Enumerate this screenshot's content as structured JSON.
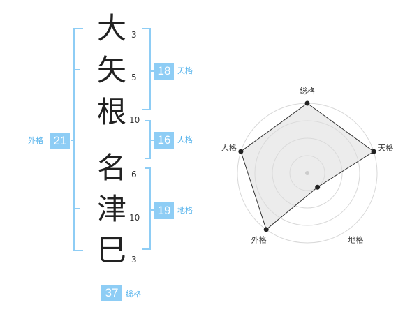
{
  "name": {
    "characters": [
      {
        "char": "大",
        "strokes": "3"
      },
      {
        "char": "矢",
        "strokes": "5"
      },
      {
        "char": "根",
        "strokes": "10"
      },
      {
        "char": "名",
        "strokes": "6"
      },
      {
        "char": "津",
        "strokes": "10"
      },
      {
        "char": "巳",
        "strokes": "3"
      }
    ]
  },
  "fortune": {
    "tenkaku": {
      "value": "18",
      "label": "天格"
    },
    "jinkaku": {
      "value": "16",
      "label": "人格"
    },
    "chikaku": {
      "value": "19",
      "label": "地格"
    },
    "gaikaku": {
      "value": "21",
      "label": "外格"
    },
    "soukaku": {
      "value": "37",
      "label": "総格"
    }
  },
  "colors": {
    "accent": "#8ecdf5",
    "label": "#58b4ec",
    "radar_fill": "#efefef",
    "radar_line": "#333333"
  },
  "chart_data": {
    "type": "radar",
    "categories": [
      "総格",
      "天格",
      "地格",
      "外格",
      "人格"
    ],
    "values": [
      4,
      4,
      1,
      4,
      4
    ],
    "rlim": [
      0,
      4
    ]
  }
}
